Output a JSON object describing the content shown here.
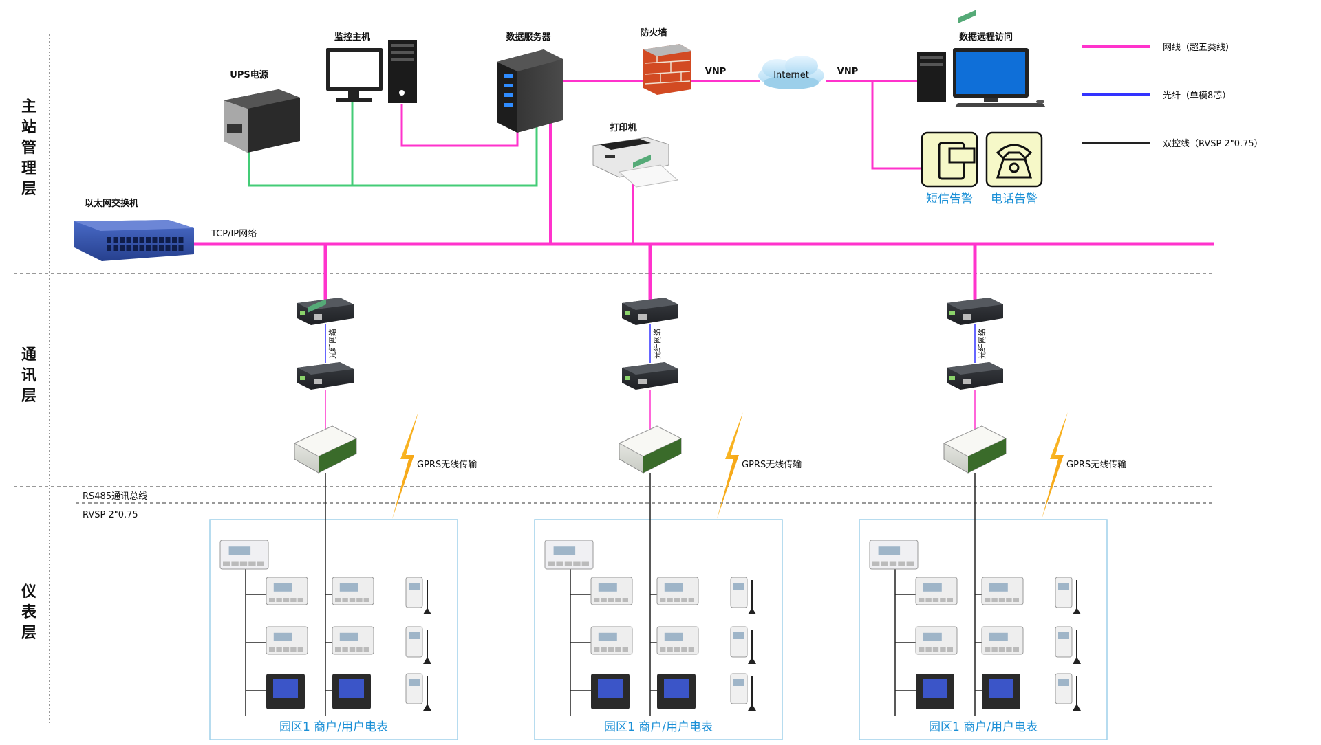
{
  "layers": {
    "management": "主\n站\n管\n理\n层",
    "communication": "通\n讯\n层",
    "meter": "仪\n表\n层"
  },
  "devices": {
    "ups": "UPS电源",
    "monitor_host": "监控主机",
    "data_server": "数据服务器",
    "firewall": "防火墙",
    "remote_access": "数据远程访问",
    "printer": "打印机",
    "switch": "以太网交换机"
  },
  "labels": {
    "vnp_left": "VNP",
    "internet": "Internet",
    "vnp_right": "VNP",
    "tcpip": "TCP/IP网络",
    "fiber_net": "光纤网络",
    "gprs": "GPRS无线传输",
    "rs485": "RS485通讯总线",
    "rvsp": "RVSP 2\"0.75"
  },
  "alerts": {
    "sms": "短信告警",
    "phone": "电话告警"
  },
  "legend": [
    {
      "label": "网线（超五类线）",
      "color": "#ff33cc"
    },
    {
      "label": "光纤（单模8芯）",
      "color": "#3333ff"
    },
    {
      "label": "双控线（RVSP 2\"0.75）",
      "color": "#222222"
    }
  ],
  "zones": [
    {
      "label": "园区1 商户/用户电表"
    },
    {
      "label": "园区1 商户/用户电表"
    },
    {
      "label": "园区1 商户/用户电表"
    }
  ],
  "colors": {
    "network": "#ff33cc",
    "fiber": "#3333ff",
    "control": "#222222",
    "power": "#44cc77",
    "alert_text": "#1a8fd6",
    "alert_bg": "#f6f8c8",
    "zone_border": "#9fd0ea"
  }
}
